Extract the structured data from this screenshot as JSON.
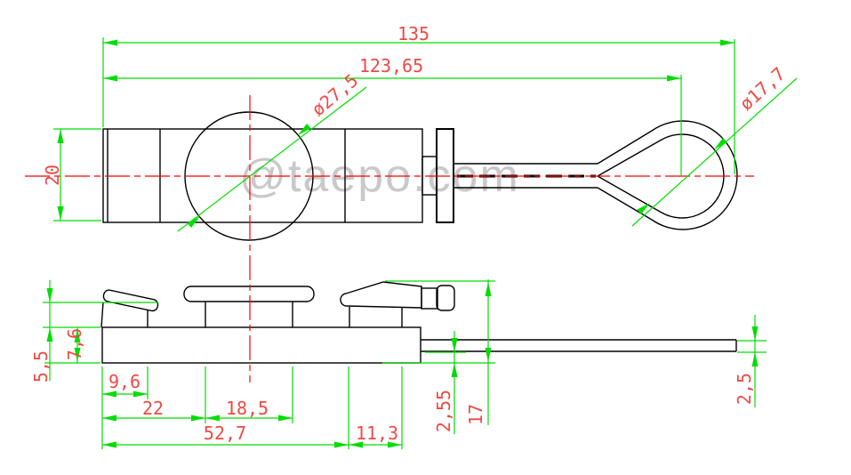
{
  "watermark": {
    "text": "@taepo.com"
  },
  "dimensions": {
    "top_view": {
      "total_length": "135",
      "length_to_ring_center": "123,65",
      "cap_diameter": "ø27,5",
      "ring_inner_diameter": "ø17,7",
      "body_width": "20"
    },
    "side_view": {
      "tab_height_above_base": "5,5",
      "base_thickness": "7,6",
      "first_tab_offset": "9,6",
      "second_tab_offset": "22",
      "tab_spacing": "18,5",
      "base_length": "52,7",
      "latch_offset": "11,3",
      "strap_drop": "2,55",
      "overall_height": "17",
      "strap_thickness": "2,5"
    }
  },
  "colors": {
    "outline": "#000000",
    "dimension_line": "#00dd00",
    "dimension_text": "#ee4943",
    "centerline": "#ff0000",
    "watermark": "#c9c9c9",
    "background": "#ffffff"
  }
}
